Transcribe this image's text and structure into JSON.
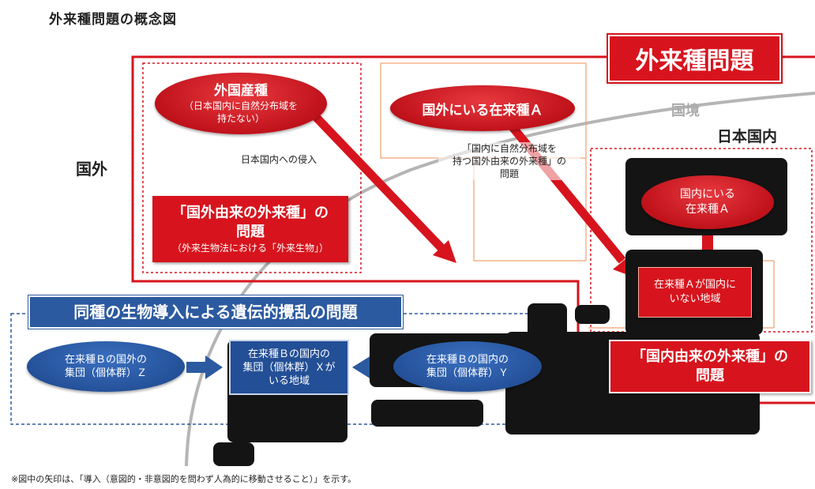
{
  "title": "外来種問題の概念図",
  "main_problem_label": "外来種問題",
  "region_labels": {
    "abroad": "国外",
    "border": "国境",
    "domestic": "日本国内"
  },
  "foreign_species": {
    "title": "外国産種",
    "subtitle_line1": "（日本国内に自然分布域を",
    "subtitle_line2": "持たない）"
  },
  "invasion_label": "日本国内への侵入",
  "native_species_abroad": "国外にいる在来種Ａ",
  "foreign_origin_note": {
    "line1": "「国内に自然分布域を",
    "line2": "持つ国外由来の外来種」の",
    "line3": "問題"
  },
  "foreign_origin_problem": {
    "line1": "「国外由来の外来種」の",
    "line2": "問題",
    "line3": "（外来生物法における「外来生物」）"
  },
  "domestic_native": {
    "line1": "国内にいる",
    "line2": "在来種Ａ"
  },
  "no_native_area": {
    "line1": "在来種Ａが国内に",
    "line2": "いない地域"
  },
  "domestic_origin_problem": {
    "line1": "「国内由来の外来種」の",
    "line2": "問題"
  },
  "genetic_problem_label": "同種の生物導入による遺伝的攪乱の問題",
  "species_b_abroad": {
    "line1": "在来種Ｂの国外の",
    "line2": "集団（個体群）Ｚ"
  },
  "species_b_area_x": {
    "line1": "在来種Ｂの国内の",
    "line2": "集団（個体群）Ｘが",
    "line3": "いる地域"
  },
  "species_b_domestic_y": {
    "line1": "在来種Ｂの国内の",
    "line2": "集団（個体群）Ｙ"
  },
  "footnote": "※図中の矢印は、「導入（意図的・非意図的を問わず人為的に移動させること）」を示す。",
  "colors": {
    "red": "#d7141d",
    "blue": "#234f96",
    "black": "#141414",
    "border_gray": "#b5b5b5",
    "orange_line": "#f0a070"
  }
}
